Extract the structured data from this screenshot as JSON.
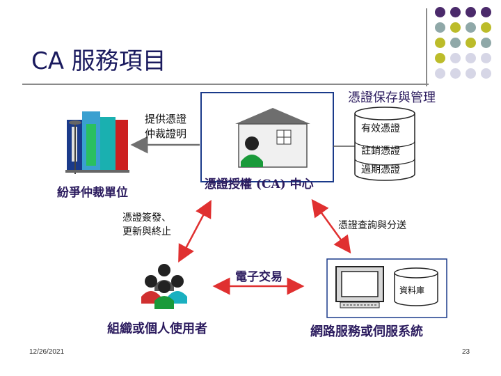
{
  "slide": {
    "title": "CA 服務項目",
    "date": "12/26/2021",
    "page_number": "23"
  },
  "diagram": {
    "top_right_label": "憑證保存與管理",
    "ca_label": "憑證授權 (CA) 中心",
    "arbitration_provide": [
      "提供憑證",
      "仲裁證明"
    ],
    "dispute_label": "紛爭仲裁單位",
    "issue_label": [
      "憑證簽發、",
      "更新與終止"
    ],
    "query_label": "憑證查詢與分送",
    "ecommerce_label": "電子交易",
    "users_label": "組織或個人使用者",
    "server_label": "網路服務或伺服系統",
    "database_label": "資料庫",
    "cert_stack": [
      "有效憑證",
      "註銷憑證",
      "過期憑證"
    ]
  },
  "colors": {
    "purple": "#4b2a6b",
    "teal": "#8fa8a8",
    "olive": "#bcbc2a",
    "light": "#d6d6e6",
    "arrow_red": "#e03030",
    "arrow_gray": "#707070"
  }
}
